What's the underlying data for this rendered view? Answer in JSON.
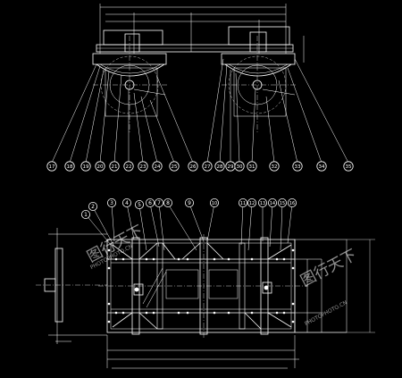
{
  "top_view": {
    "callouts": [
      "17",
      "18",
      "19",
      "20",
      "21",
      "22",
      "23",
      "24",
      "25",
      "26",
      "27",
      "28",
      "29",
      "30",
      "31",
      "32",
      "33",
      "34",
      "35"
    ]
  },
  "bottom_view": {
    "callouts": [
      "1",
      "2",
      "3",
      "4",
      "5",
      "6",
      "7",
      "8",
      "9",
      "10",
      "11",
      "12",
      "13",
      "14",
      "15",
      "16"
    ]
  },
  "watermark": {
    "text": "图行天下",
    "url": "PHOTOPHOTO.CN"
  },
  "colors": {
    "background": "#000000",
    "lines": "#ffffff"
  }
}
